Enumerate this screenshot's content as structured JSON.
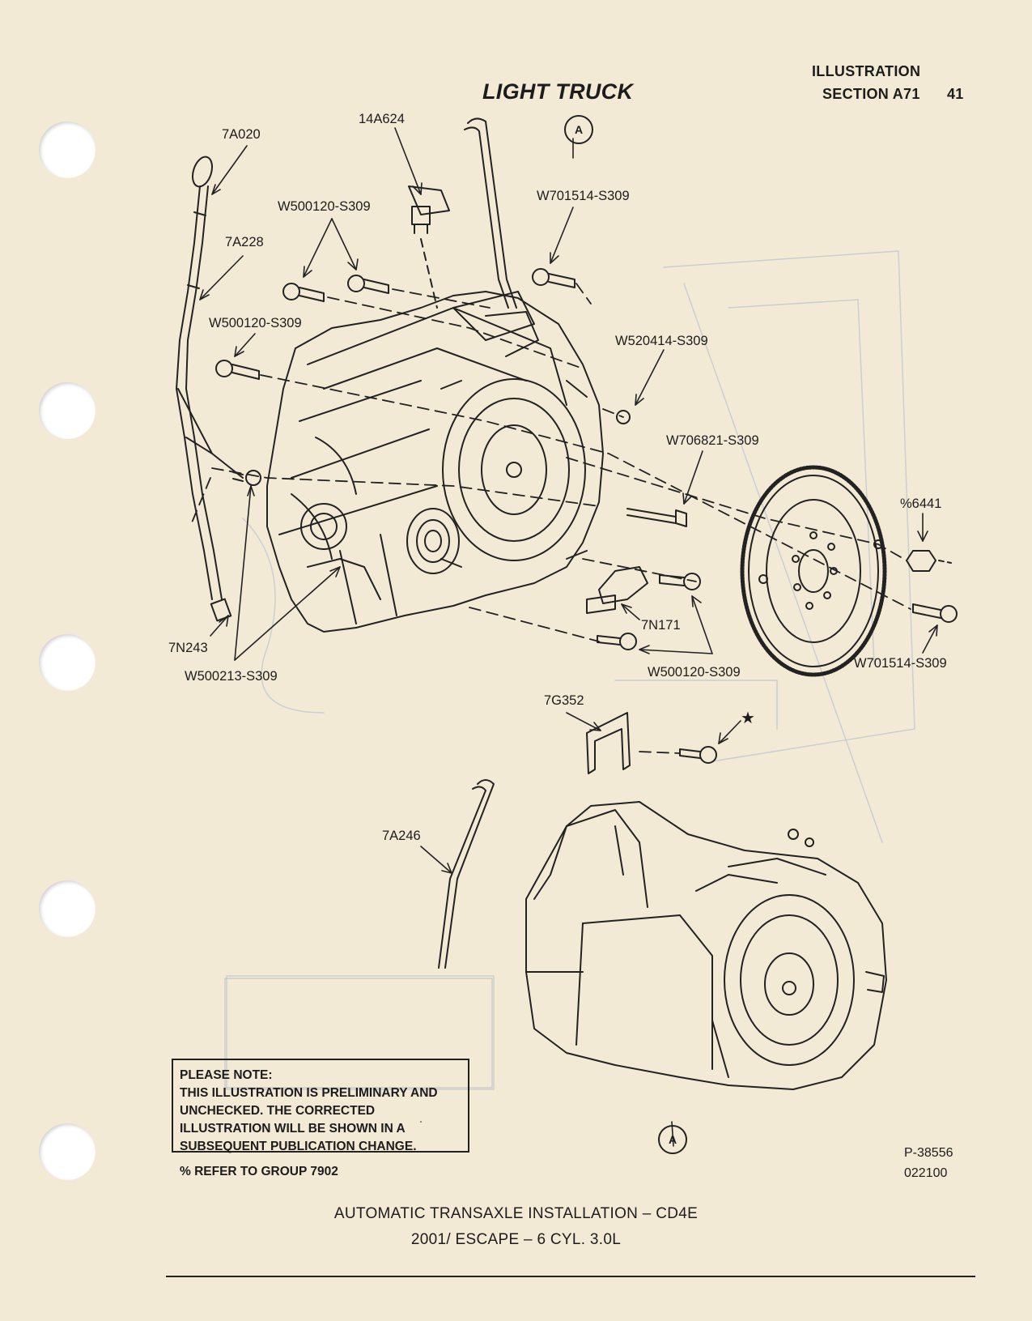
{
  "header": {
    "illustration_label": "ILLUSTRATION",
    "section_label": "SECTION A71",
    "page_number": "41",
    "category_title": "LIGHT TRUCK"
  },
  "callouts": {
    "dipstick": "7A020",
    "dipstick_tube": "7A228",
    "vent": "14A624",
    "detail_ref": "A",
    "bolt_w701514_top": "W701514-S309",
    "bolt_w500120_top": "W500120-S309",
    "bolt_w500120_left": "W500120-S309",
    "nut_w520414": "W520414-S309",
    "stud_w706821": "W706821-S309",
    "nut_6441": "%6441",
    "bracket_7n171": "7N171",
    "bolt_w500120_bottom": "W500120-S309",
    "bolt_w701514_right": "W701514-S309",
    "hose_7n243": "7N243",
    "bolt_w500213": "W500213-S309",
    "bracket_7g352": "7G352",
    "star_mark": "★",
    "vent_tube_7a246": "7A246",
    "detail_ref_bottom": "A"
  },
  "note": {
    "heading": "PLEASE NOTE:",
    "lines": [
      "THIS ILLUSTRATION IS PRELIMINARY AND",
      "UNCHECKED.  THE CORRECTED",
      "ILLUSTRATION WILL BE SHOWN IN A",
      "SUBSEQUENT PUBLICATION CHANGE."
    ]
  },
  "refer_note": "% REFER TO GROUP 7902",
  "figure_number": "P-38556",
  "figure_date": "022100",
  "footer": {
    "title": "AUTOMATIC TRANSAXLE INSTALLATION – CD4E",
    "subtitle": "2001/ ESCAPE – 6 CYL. 3.0L"
  }
}
